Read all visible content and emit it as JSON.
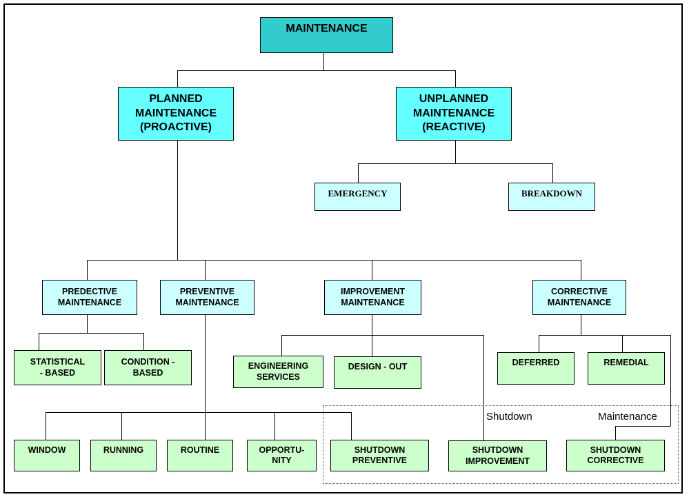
{
  "root": {
    "label": "MAINTENANCE"
  },
  "planned": {
    "label": "PLANNED\nMAINTENANCE\n(PROACTIVE)"
  },
  "unplanned": {
    "label": "UNPLANNED\nMAINTENANCE\n(REACTIVE)"
  },
  "emergency": {
    "label": "EMERGENCY"
  },
  "breakdown": {
    "label": "BREAKDOWN"
  },
  "predective": {
    "label": "PREDECTIVE\nMAINTENANCE"
  },
  "preventive": {
    "label": "PREVENTIVE\nMAINTENANCE"
  },
  "improvement": {
    "label": "IMPROVEMENT\nMAINTENANCE"
  },
  "corrective": {
    "label": "CORRECTIVE\nMAINTENANCE"
  },
  "statistical": {
    "label": "STATISTICAL\n- BASED"
  },
  "condition": {
    "label": "CONDITION  -\nBASED"
  },
  "engineering": {
    "label": "ENGINEERING\nSERVICES"
  },
  "design_out": {
    "label": "DESIGN  - OUT"
  },
  "deferred": {
    "label": "DEFERRED"
  },
  "remedial": {
    "label": "REMEDIAL"
  },
  "window": {
    "label": "WINDOW"
  },
  "running": {
    "label": "RUNNING"
  },
  "routine": {
    "label": "ROUTINE"
  },
  "opportunity": {
    "label": "OPPORTU-\nNITY"
  },
  "shutdown_preventive": {
    "label": "SHUTDOWN\nPREVENTIVE"
  },
  "shutdown_improvement": {
    "label": "SHUTDOWN\nIMPROVEMENT"
  },
  "shutdown_corrective": {
    "label": "SHUTDOWN\nCORRECTIVE"
  },
  "group_label_left": "Shutdown",
  "group_label_right": "Maintenance"
}
